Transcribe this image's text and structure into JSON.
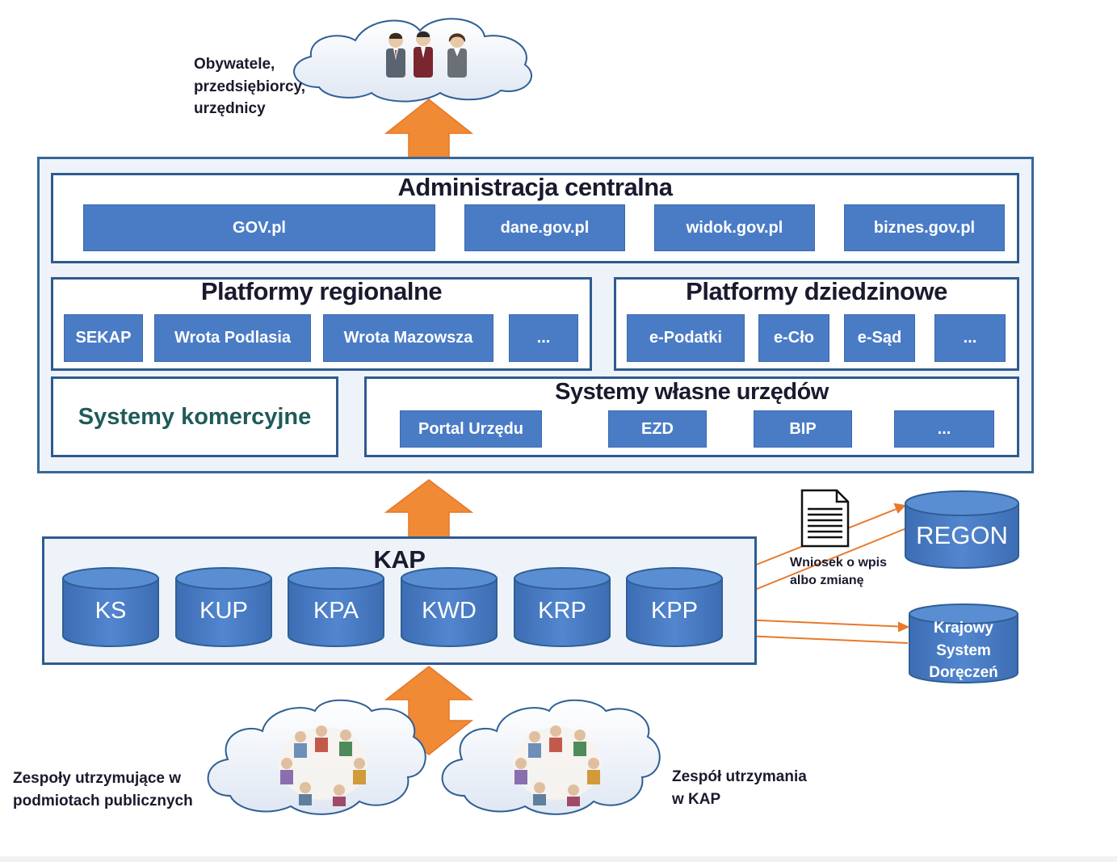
{
  "top": {
    "audience_lines": [
      "Obywatele,",
      "przedsiębiorcy,",
      "urzędnicy"
    ]
  },
  "central": {
    "title": "Administracja centralna",
    "items": [
      "GOV.pl",
      "dane.gov.pl",
      "widok.gov.pl",
      "biznes.gov.pl"
    ]
  },
  "regional": {
    "title": "Platformy regionalne",
    "items": [
      "SEKAP",
      "Wrota Podlasia",
      "Wrota Mazowsza",
      "..."
    ]
  },
  "domain": {
    "title": "Platformy dziedzinowe",
    "items": [
      "e-Podatki",
      "e-Cło",
      "e-Sąd",
      "..."
    ]
  },
  "commercial": {
    "title": "Systemy komercyjne"
  },
  "offices": {
    "title": "Systemy własne urzędów",
    "items": [
      "Portal Urzędu",
      "EZD",
      "BIP",
      "..."
    ]
  },
  "kap": {
    "title": "KAP",
    "databases": [
      "KS",
      "KUP",
      "KPA",
      "KWD",
      "KRP",
      "KPP"
    ]
  },
  "regon": {
    "label": "REGON"
  },
  "ksd": {
    "lines": [
      "Krajowy",
      "System",
      "Doręczeń"
    ]
  },
  "document": {
    "lines": [
      "Wniosek o wpis",
      "albo zmianę"
    ]
  },
  "bottom": {
    "left_lines": [
      "Zespoły utrzymujące w",
      "podmiotach publicznych"
    ],
    "right_lines": [
      "Zespół utrzymania",
      "w KAP"
    ]
  },
  "colors": {
    "box_blue": "#4a7cc6",
    "frame_blue": "#2e5b8f",
    "arrow_orange": "#f08a35",
    "teal_text": "#1f5b5a"
  }
}
